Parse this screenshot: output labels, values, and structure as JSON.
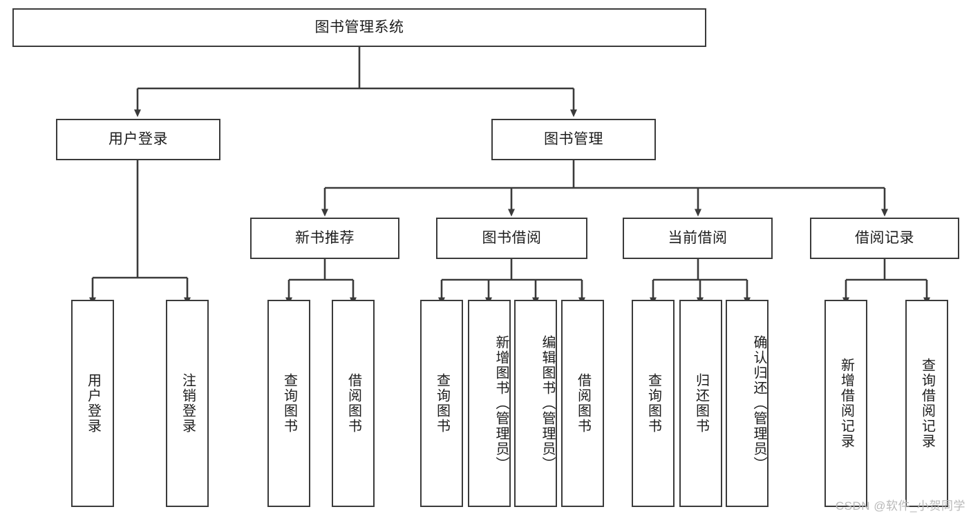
{
  "diagram": {
    "type": "tree-hierarchy-chart",
    "title": "图书管理系统",
    "watermark": "CSDN @软件_小贺同学",
    "colors": {
      "box_border": "#3a3a3a",
      "box_fill": "#ffffff",
      "edge": "#3a3a3a",
      "text": "#1d1d1d",
      "watermark": "#b9b9b9",
      "background": "#ffffff"
    },
    "levels": {
      "root": {
        "label": "图书管理系统"
      },
      "level2": [
        {
          "label": "用户登录"
        },
        {
          "label": "图书管理"
        }
      ],
      "level3": [
        {
          "label": "新书推荐"
        },
        {
          "label": "图书借阅"
        },
        {
          "label": "当前借阅"
        },
        {
          "label": "借阅记录"
        }
      ],
      "leaves": {
        "user_login": [
          {
            "label": "用户登录"
          },
          {
            "label": "注销登录"
          }
        ],
        "new_book_recommend": [
          {
            "label": "查询图书"
          },
          {
            "label": "借阅图书"
          }
        ],
        "book_borrow": [
          {
            "label": "查询图书"
          },
          {
            "label": "新增图书（管理员）"
          },
          {
            "label": "编辑图书（管理员）"
          },
          {
            "label": "借阅图书"
          }
        ],
        "current_borrow": [
          {
            "label": "查询图书"
          },
          {
            "label": "归还图书"
          },
          {
            "label": "确认归还（管理员）"
          }
        ],
        "borrow_record": [
          {
            "label": "新增借阅记录"
          },
          {
            "label": "查询借阅记录"
          }
        ]
      }
    }
  }
}
